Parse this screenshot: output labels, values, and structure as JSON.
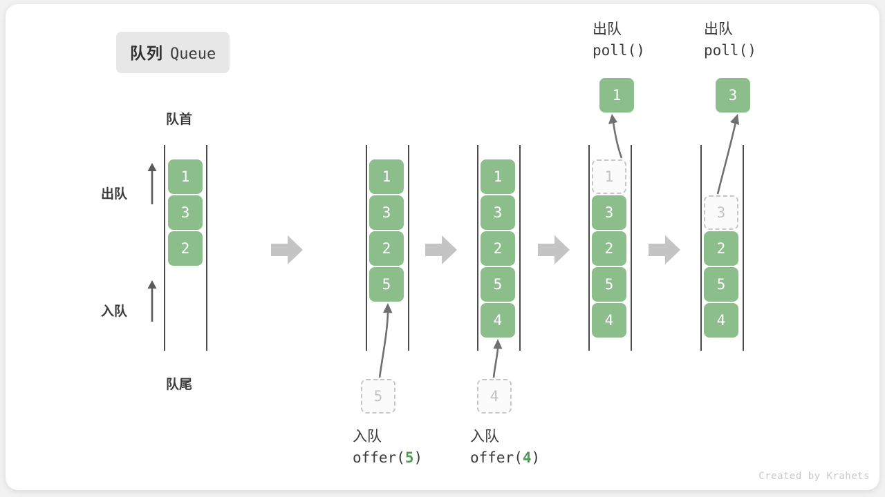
{
  "title": {
    "cn": "队列",
    "en": "Queue"
  },
  "labels": {
    "front": "队首",
    "rear": "队尾",
    "dequeue": "出队",
    "enqueue": "入队"
  },
  "watermark": "Created by Krahets",
  "colors": {
    "element": "#8cbe8c",
    "element_text": "#ffffff",
    "ghost_border": "#c6c6c6",
    "ghost_text": "#c3c3c3",
    "rail": "#4a4a4a",
    "step_arrow": "#c4c4c4",
    "curve_arrow": "#6f6f6f",
    "badge_bg": "#e7e7e7",
    "accent_code": "#4e9a4e"
  },
  "steps": [
    {
      "name": "initial",
      "cells": [
        "1",
        "3",
        "2"
      ],
      "ghost_index": null,
      "side_labels": [
        "出队",
        "入队"
      ],
      "front_label": "队首",
      "rear_label": "队尾"
    },
    {
      "name": "after-offer-5",
      "cells": [
        "1",
        "3",
        "2",
        "5"
      ],
      "ghost_index": null,
      "incoming": "5",
      "op_cn": "入队",
      "op_fn": "offer(",
      "op_arg": "5",
      "op_fn_end": ")"
    },
    {
      "name": "after-offer-4",
      "cells": [
        "1",
        "3",
        "2",
        "5",
        "4"
      ],
      "ghost_index": null,
      "incoming": "4",
      "op_cn": "入队",
      "op_fn": "offer(",
      "op_arg": "4",
      "op_fn_end": ")"
    },
    {
      "name": "poll-1",
      "cells": [
        "1",
        "3",
        "2",
        "5",
        "4"
      ],
      "ghost_index": 0,
      "popped": "1",
      "op_cn": "出队",
      "op_fn": "poll()"
    },
    {
      "name": "poll-3",
      "cells": [
        "3",
        "2",
        "5",
        "4"
      ],
      "ghost_index": 0,
      "ghost_offset_slots": 1,
      "popped": "3",
      "op_cn": "出队",
      "op_fn": "poll()"
    }
  ]
}
